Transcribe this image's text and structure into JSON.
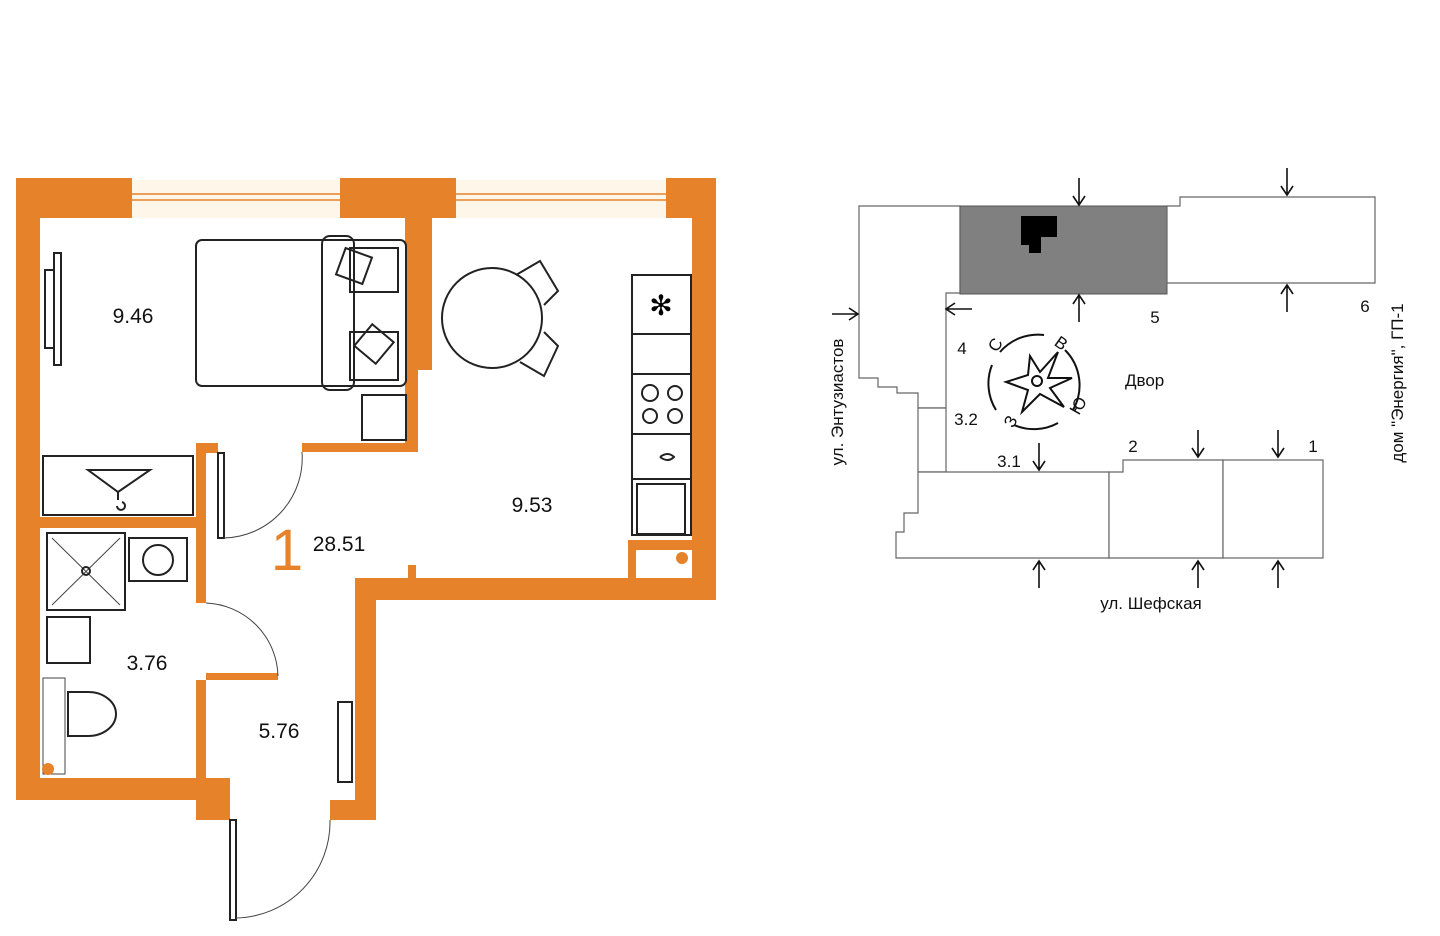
{
  "plan": {
    "unit_number": "1",
    "total_area": "28.51",
    "rooms": {
      "bedroom": "9.46",
      "kitchen": "9.53",
      "bathroom": "3.76",
      "hallway": "5.76"
    },
    "wall_color": "#e5822a"
  },
  "site": {
    "yard": "Двор",
    "street_left": "ул. Энтузиастов",
    "street_bottom": "ул. Шефская",
    "street_right": "дом \"Энергия\", ГП-1",
    "buildings": [
      "1",
      "2",
      "3.1",
      "3.2",
      "4",
      "5",
      "6"
    ],
    "compass": {
      "north": "С",
      "east": "В",
      "south": "Ю",
      "west": "З"
    },
    "highlight_color": "#808080"
  }
}
